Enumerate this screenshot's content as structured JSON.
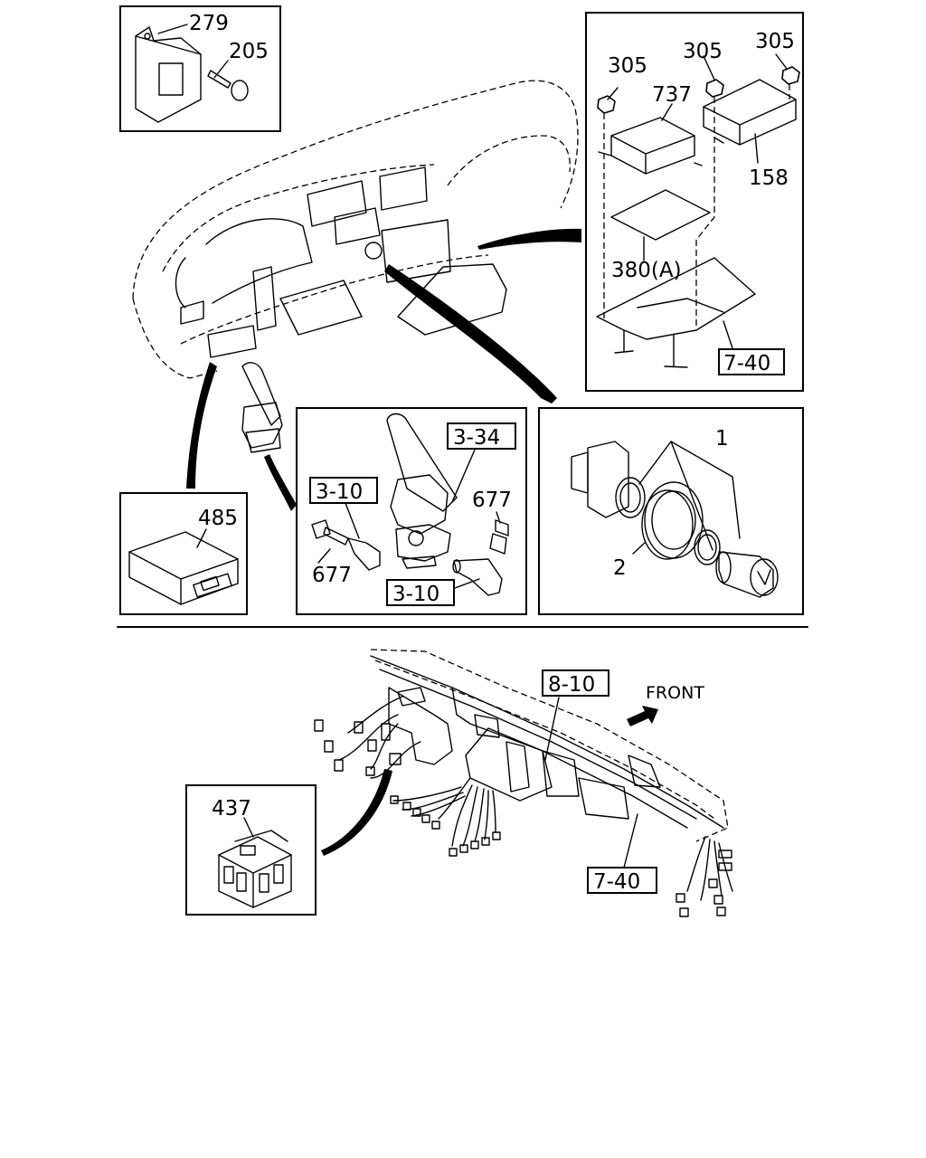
{
  "labels": {
    "p279": "279",
    "p205": "205",
    "p305a": "305",
    "p305b": "305",
    "p305c": "305",
    "p737": "737",
    "p158": "158",
    "p380a": "380(A)",
    "ref740_top": "7-40",
    "p485": "485",
    "ref334": "3-34",
    "ref310_top": "3-10",
    "p677_right": "677",
    "p677_left": "677",
    "ref310_bottom": "3-10",
    "p1": "1",
    "p2": "2",
    "ref810": "8-10",
    "front": "FRONT",
    "p437": "437",
    "ref740_bottom": "7-40"
  },
  "icons": {
    "front_arrow": "arrow-up-right-icon"
  }
}
